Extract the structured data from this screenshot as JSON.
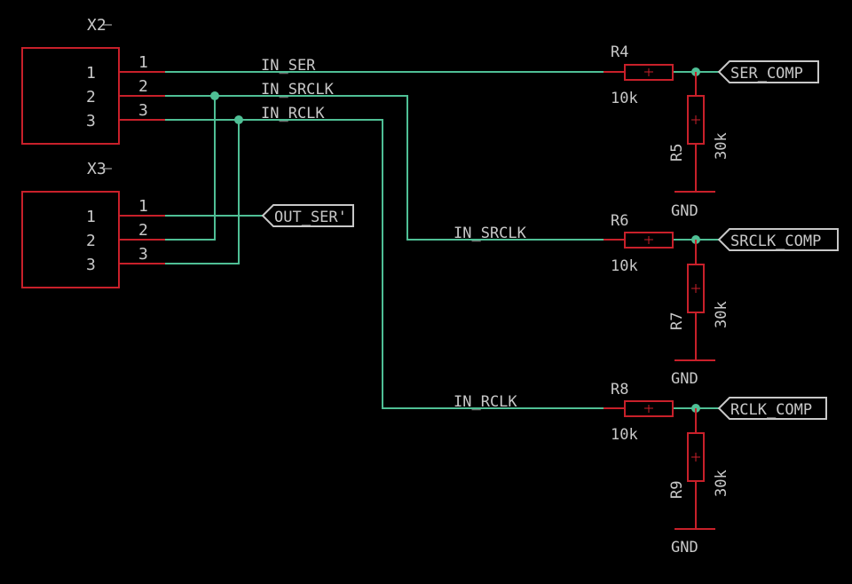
{
  "colors": {
    "background": "#000000",
    "wire": "#4fbf95",
    "component": "#c8202a",
    "text": "#c8c8c8",
    "junction": "#4fbf95"
  },
  "connectors": {
    "x2": {
      "name": "X2",
      "pins": [
        "1",
        "2",
        "3"
      ],
      "pin_numbers": [
        "1",
        "2",
        "3"
      ]
    },
    "x3": {
      "name": "X3",
      "pins": [
        "1",
        "2",
        "3"
      ],
      "pin_numbers": [
        "1",
        "2",
        "3"
      ]
    }
  },
  "nets": {
    "in_ser": "IN_SER",
    "in_srclk": "IN_SRCLK",
    "in_rclk": "IN_RCLK",
    "in_srclk_2": "IN_SRCLK",
    "in_rclk_2": "IN_RCLK"
  },
  "ports": {
    "out_ser": "OUT_SER'",
    "ser_comp": "SER_COMP",
    "srclk_comp": "SRCLK_COMP",
    "rclk_comp": "RCLK_COMP"
  },
  "resistors": {
    "r4": {
      "name": "R4",
      "value": "10k"
    },
    "r5": {
      "name": "R5",
      "value": "30k"
    },
    "r6": {
      "name": "R6",
      "value": "10k"
    },
    "r7": {
      "name": "R7",
      "value": "30k"
    },
    "r8": {
      "name": "R8",
      "value": "10k"
    },
    "r9": {
      "name": "R9",
      "value": "30k"
    }
  },
  "grounds": [
    "GND",
    "GND",
    "GND"
  ]
}
